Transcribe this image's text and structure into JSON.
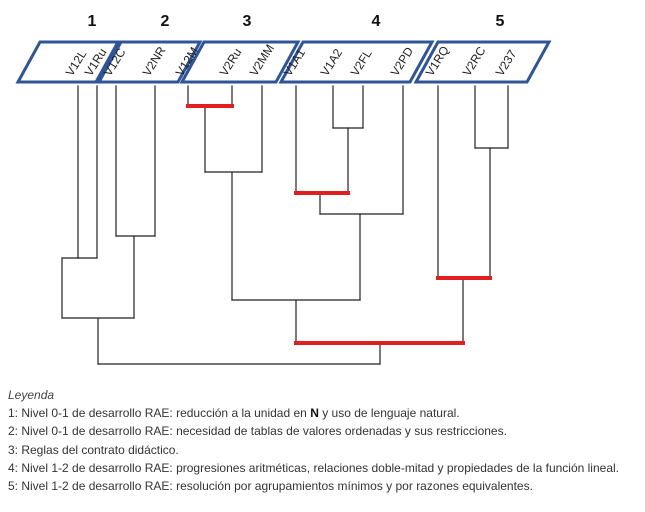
{
  "clusters": [
    {
      "number": "1",
      "labels": [
        "V12L",
        "V1Ru"
      ]
    },
    {
      "number": "2",
      "labels": [
        "V12C",
        "V2NR"
      ]
    },
    {
      "number": "3",
      "labels": [
        "V12M",
        "V2Ru",
        "V2MM"
      ]
    },
    {
      "number": "4",
      "labels": [
        "V1A1",
        "V1A2",
        "V2FL",
        "V2PD"
      ]
    },
    {
      "number": "5",
      "labels": [
        "V1RQ",
        "V2RC",
        "V237"
      ]
    }
  ],
  "legend": {
    "title": "Leyenda",
    "items": [
      {
        "pre": "1: Nivel 0-1 de desarrollo RAE: reducción a la unidad en ",
        "bold": "N",
        "post": " y uso de lenguaje natural."
      },
      {
        "pre": "2: Nivel 0-1 de desarrollo RAE: necesidad de tablas de valores ordenadas y sus restricciones.",
        "bold": "",
        "post": ""
      },
      {
        "pre": "3: Reglas del contrato didáctico.",
        "bold": "",
        "post": ""
      },
      {
        "pre": "4: Nivel 1-2 de desarrollo RAE: progresiones aritméticas, relaciones doble-mitad y propiedades de la función lineal.",
        "bold": "",
        "post": ""
      },
      {
        "pre": "5: Nivel 1-2 de desarrollo RAE: resolución por agrupamientos mínimos y por razones equivalentes.",
        "bold": "",
        "post": ""
      }
    ]
  },
  "colors": {
    "box_border": "#2f5597",
    "tree_line": "#222222",
    "highlight": "#e02020"
  }
}
